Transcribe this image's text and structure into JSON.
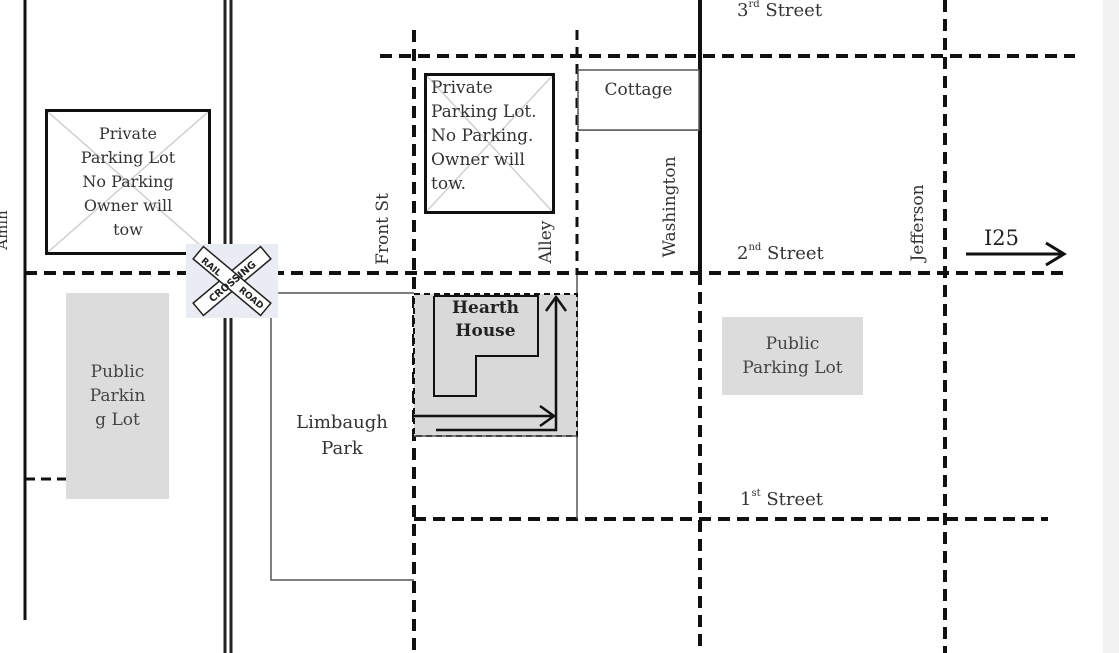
{
  "streets": {
    "third": {
      "num": "3",
      "suffix": "rd",
      "name": " Street"
    },
    "second": {
      "num": "2",
      "suffix": "nd",
      "name": " Street"
    },
    "first": {
      "num": "1",
      "suffix": "st",
      "name": " Street"
    },
    "front": "Front St",
    "alley": "Alley",
    "washington": "Washington",
    "jefferson": "Jefferson",
    "left_edge": "Amin"
  },
  "highway": {
    "label": "I25"
  },
  "places": {
    "cottage": "Cottage",
    "hearth_house": {
      "line1": "Hearth",
      "line2": "House"
    },
    "limbaugh_park": {
      "line1": "Limbaugh",
      "line2": "Park"
    }
  },
  "lots": {
    "public_left": {
      "line1": "Public",
      "line2": "Parkin",
      "line3": "g Lot"
    },
    "public_right": {
      "line1": "Public",
      "line2": "Parking Lot"
    }
  },
  "signs": {
    "private_left": {
      "line1": "Private",
      "line2": "Parking Lot",
      "line3": "No Parking",
      "line4": "Owner will",
      "line5": "tow"
    },
    "private_center": {
      "line1": "Private",
      "line2": "Parking Lot.",
      "line3": "No Parking.",
      "line4": "Owner will",
      "line5": "tow."
    }
  },
  "railroad_crossing": {
    "top": "RAIL",
    "middle": "CROSSING",
    "bottom": "ROAD"
  },
  "colors": {
    "line": "#111111",
    "lot": "#dcdcdc",
    "hearth_fill": "#d9d9d9"
  }
}
